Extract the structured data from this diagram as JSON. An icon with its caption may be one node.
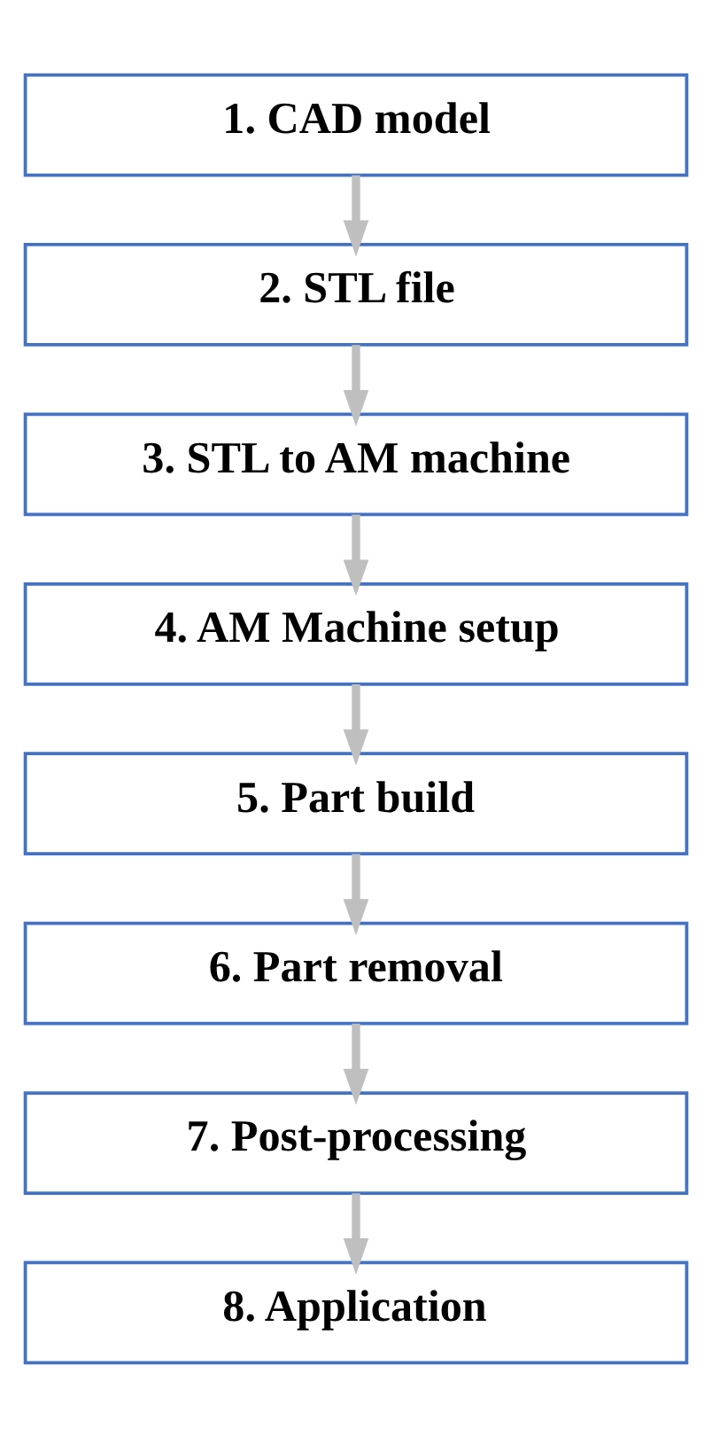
{
  "diagram": {
    "nodes": [
      {
        "text": [
          "1. CAD model"
        ]
      },
      {
        "text": [
          "2. STL file"
        ]
      },
      {
        "text": [
          "3. STL to AM machine"
        ]
      },
      {
        "text": [
          "4. AM Machine setup"
        ]
      },
      {
        "text": [
          "5. Part build"
        ]
      },
      {
        "text": [
          "6. Part removal"
        ]
      },
      {
        "text": [
          "7. Post-processing"
        ]
      },
      {
        "text": [
          "8. Application"
        ]
      }
    ],
    "edges": [
      {
        "from": 0,
        "to": 1,
        "arrow": "to"
      },
      {
        "from": 1,
        "to": 2,
        "arrow": "to"
      },
      {
        "from": 2,
        "to": 3,
        "arrow": "to"
      },
      {
        "from": 3,
        "to": 4,
        "arrow": "to"
      },
      {
        "from": 4,
        "to": 5,
        "arrow": "to"
      },
      {
        "from": 5,
        "to": 6,
        "arrow": "to"
      },
      {
        "from": 6,
        "to": 7,
        "arrow": "to"
      }
    ]
  }
}
